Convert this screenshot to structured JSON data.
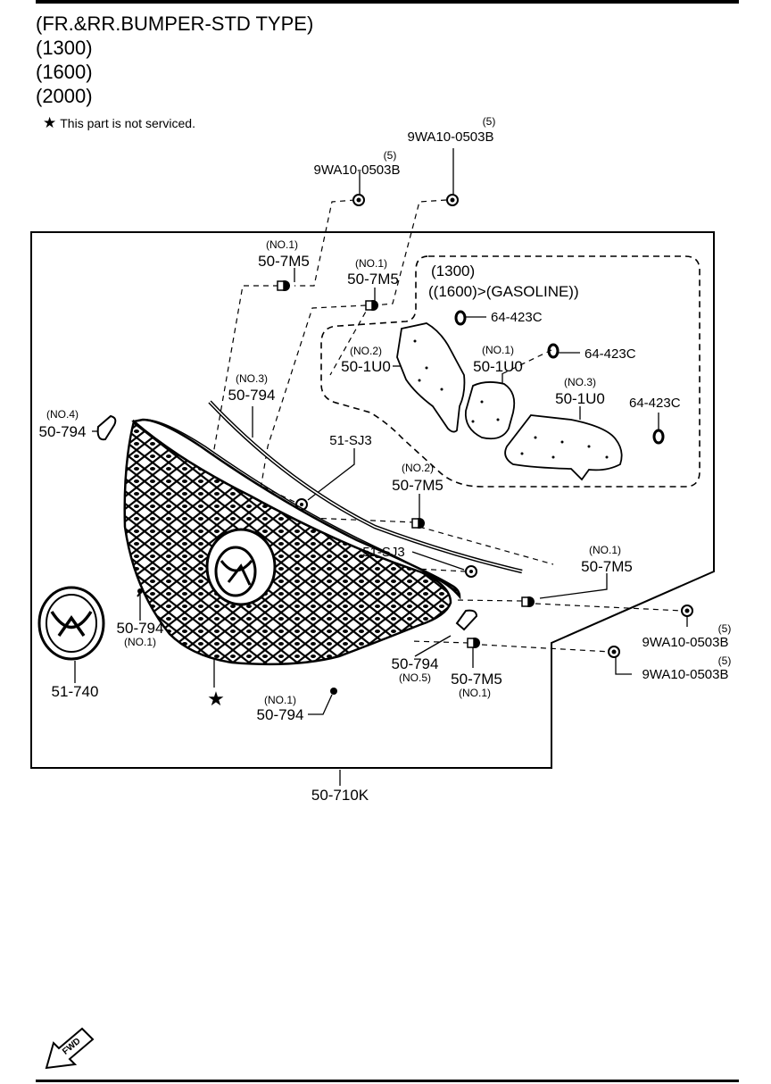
{
  "header": {
    "line1": "(FR.&RR.BUMPER-STD TYPE)",
    "line2": "(1300)",
    "line3": "(1600)",
    "line4": "(2000)",
    "note_star": "★",
    "note_text": "This part is not serviced."
  },
  "inset": {
    "line1": "(1300)",
    "line2": "((1600)>(GASOLINE))"
  },
  "callouts": {
    "top_bolt_right_qty": "(5)",
    "top_bolt_right_part": "9WA10-0503B",
    "top_bolt_left_qty": "(5)",
    "top_bolt_left_part": "9WA10-0503B",
    "clip1_no": "(NO.1)",
    "clip1_part": "50-7M5",
    "clip2_no": "(NO.1)",
    "clip2_part": "50-7M5",
    "seal_upper_no": "(NO.3)",
    "seal_upper_part": "50-794",
    "seal4_no": "(NO.4)",
    "seal4_part": "50-794",
    "nut_a_part": "51-SJ3",
    "clip3_no": "(NO.2)",
    "clip3_part": "50-7M5",
    "nut_b_part": "51-SJ3",
    "clip4_no": "(NO.1)",
    "clip4_part": "50-7M5",
    "bolt_r1_qty": "(5)",
    "bolt_r1_part": "9WA10-0503B",
    "bolt_r2_qty": "(5)",
    "bolt_r2_part": "9WA10-0503B",
    "grommet1_part": "64-423C",
    "grommet2_part": "64-423C",
    "grommet3_part": "64-423C",
    "pad2_no": "(NO.2)",
    "pad2_part": "50-1U0",
    "pad1_no": "(NO.1)",
    "pad1_part": "50-1U0",
    "pad3_no": "(NO.3)",
    "pad3_part": "50-1U0",
    "seal1_part": "50-794",
    "seal1_no": "(NO.1)",
    "seal5_part": "50-794",
    "seal5_no": "(NO.5)",
    "clip5_part": "50-7M5",
    "clip5_no": "(NO.1)",
    "seal1b_no": "(NO.1)",
    "seal1b_part": "50-794",
    "emblem_part": "51-740",
    "grille_star": "★",
    "assembly_part": "50-710K",
    "fwd_label": "FWD"
  }
}
